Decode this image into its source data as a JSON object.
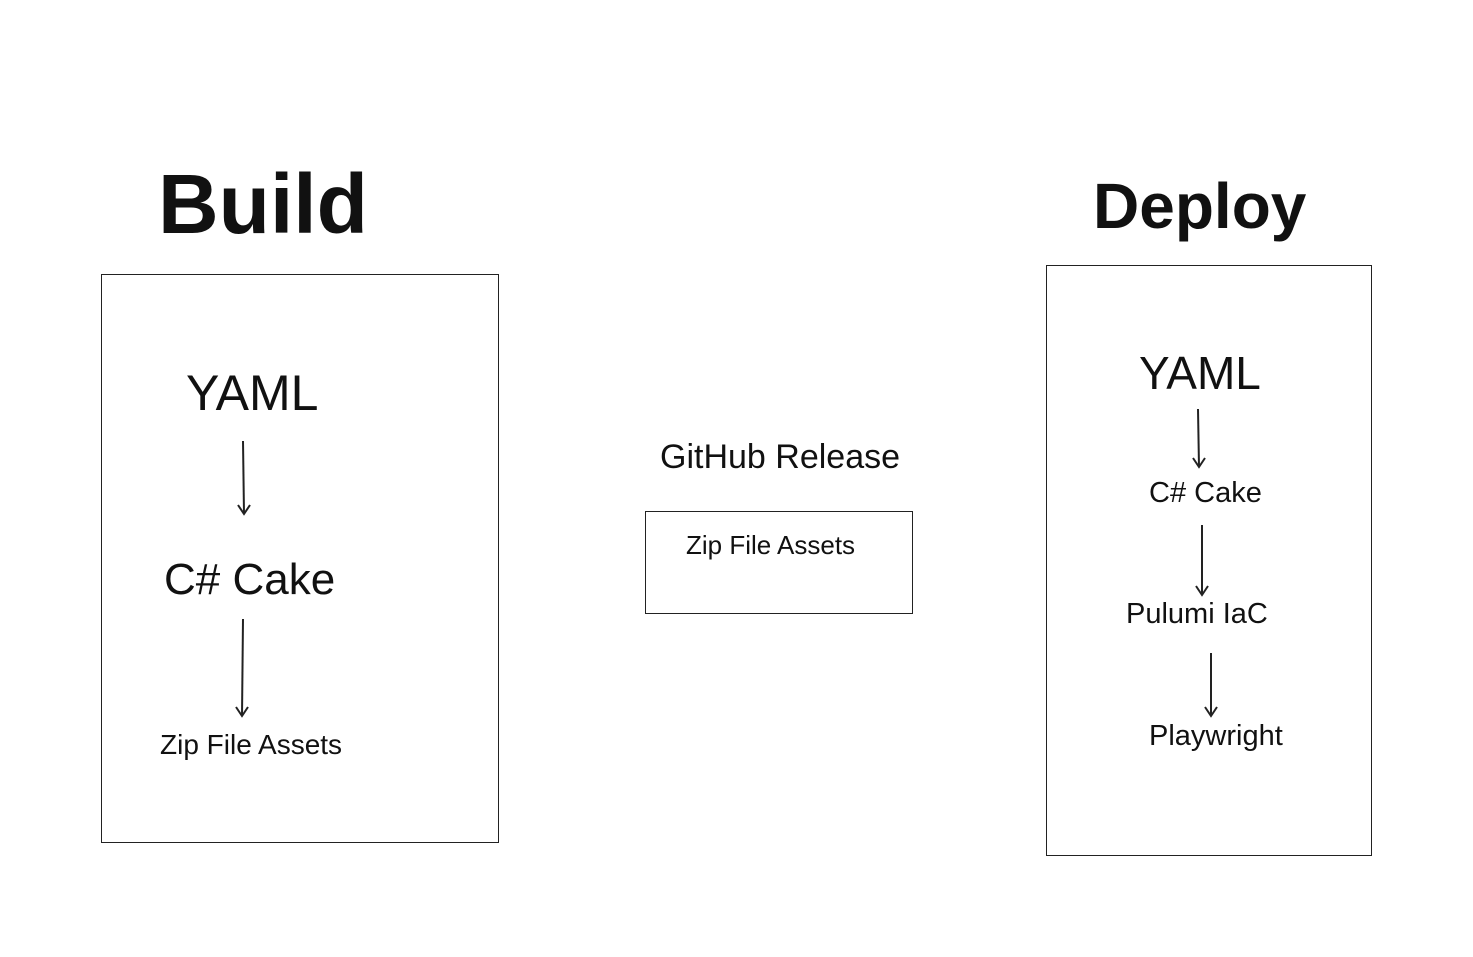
{
  "build": {
    "title": "Build",
    "steps": [
      "YAML",
      "C# Cake",
      "Zip File Assets"
    ]
  },
  "release": {
    "title": "GitHub Release",
    "asset": "Zip File Assets"
  },
  "deploy": {
    "title": "Deploy",
    "steps": [
      "YAML",
      "C# Cake",
      "Pulumi IaC",
      "Playwright"
    ]
  },
  "colors": {
    "background": "#ffffff",
    "stroke": "#222222",
    "text": "#111111"
  }
}
